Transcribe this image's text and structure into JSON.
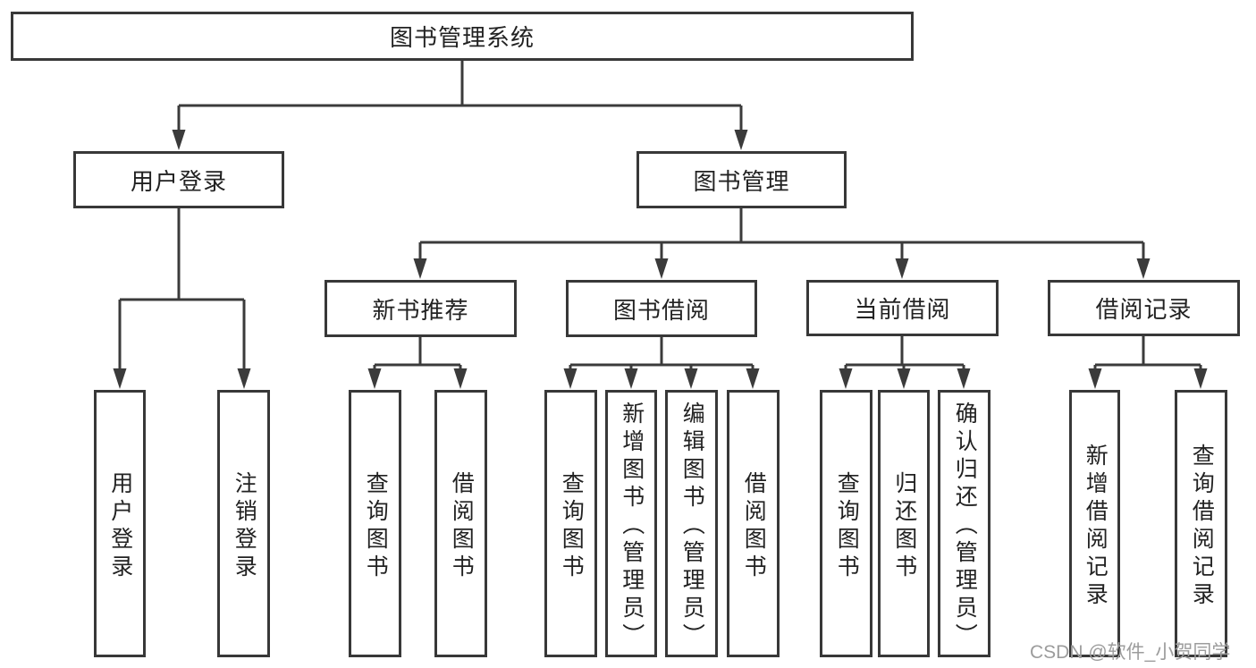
{
  "diagram": {
    "title": "图书管理系统",
    "root": {
      "label": "图书管理系统"
    },
    "level2": [
      {
        "label": "用户登录"
      },
      {
        "label": "图书管理"
      }
    ],
    "level3": [
      {
        "label": "新书推荐"
      },
      {
        "label": "图书借阅"
      },
      {
        "label": "当前借阅"
      },
      {
        "label": "借阅记录"
      }
    ],
    "leaves": {
      "user_login": [
        "用户登录",
        "注销登录"
      ],
      "new_book_recommend": [
        "查询图书",
        "借阅图书"
      ],
      "book_borrowing": [
        "查询图书",
        "新增图书（管理员）",
        "编辑图书（管理员）",
        "借阅图书"
      ],
      "current_borrowing": [
        "查询图书",
        "归还图书",
        "确认归还（管理员）"
      ],
      "borrowing_records": [
        "新增借阅记录",
        "查询借阅记录"
      ]
    }
  },
  "watermark": "CSDN @软件_小贺同学",
  "colors": {
    "line": "#3b3b3b",
    "text": "#222222",
    "watermark": "#9c9c9c",
    "background": "#ffffff"
  }
}
